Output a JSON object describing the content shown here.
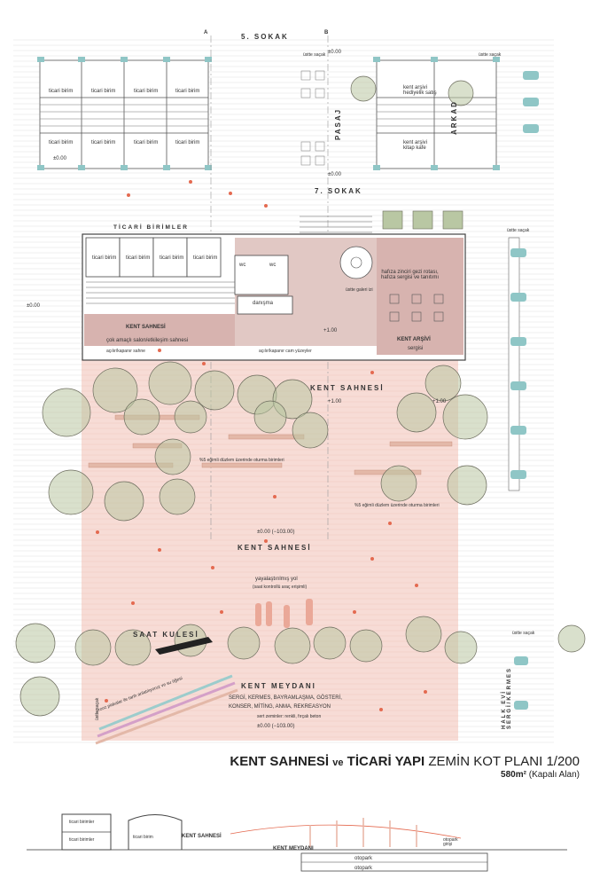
{
  "streets": {
    "top": "5. SOKAK",
    "middle": "7. SOKAK"
  },
  "section_markers": {
    "a": "A",
    "b": "B"
  },
  "shops": {
    "unit": "ticari birim",
    "top_label": "TİCARİ BİRİMLER"
  },
  "passages": {
    "pasaj": "PASAJ",
    "arkad": "ARKAD"
  },
  "archive_top": {
    "gift": "kent arşivi\nhediyelik satış",
    "cafe": "kent arşivi\nkitap kafe"
  },
  "canopy": "üstte saçak",
  "levels": {
    "zero": "±0.00",
    "plus1": "+1.00",
    "square": "±0.00 (−103.00)"
  },
  "ground_floor": {
    "wc": "wc",
    "info": "danışma",
    "stage_room": "KENT SAHNESİ",
    "stage_room_sub": "çok amaçlı salon/etkileşim sahnesi",
    "stage_doors": "açılır/kapanır sahne",
    "glass_doors": "açılır/kapanır cam yüzeyler",
    "upper_void": "üstte galeri izi",
    "memory_route": "hafıza zinciri gezi rotası,\nhafıza sergisi ve tanıtımı",
    "archive": "KENT ARŞİVİ",
    "archive_sub": "sergisi"
  },
  "square": {
    "stage1": "KENT SAHNESİ",
    "stage2": "KENT SAHNESİ",
    "seating1": "%5 eğimli düzlem üzerinde oturma birimleri",
    "seating2": "%5 eğimli düzlem üzerinde oturma birimleri",
    "pedestrian": "yayalaştırılmış yol",
    "pedestrian_sub": "(saat kontrollü araç erişimli)",
    "clock_tower": "SAAT KULESİ",
    "benches": "bronz plakalar ile tarih anlatılıyoruz ve su öğesi",
    "meydan": "KENT MEYDANI",
    "events1": "SERGİ, KERMES, BAYRAMLAŞMA, GÖSTERİ,",
    "events2": "KONSER, MİTİNG, ANMA, REKREASYON",
    "surface": "sert zeminler: renkli, fırçalı beton",
    "halk_evi": "HALK EVİ\nSERGİ/KERMES"
  },
  "title": {
    "part1": "KENT SAHNESİ",
    "part2": "ve",
    "part3": "TİCARİ YAPI",
    "part4": "ZEMİN KOT PLANI 1/200",
    "area_value": "580m²",
    "area_note": "(Kapalı Alan)"
  },
  "section": {
    "shop_upper": "ticari birimler",
    "shop_lower": "ticari birimler",
    "shop_mid": "ticari birim",
    "stage": "KENT SAHNESİ",
    "meydan": "KENT MEYDANI",
    "parking1": "otopark",
    "parking2": "otopark",
    "parking_entry": "otopark\ngirişi"
  },
  "colors": {
    "pink_floor": "#f6d9d4",
    "room_fill": "#c99a94",
    "tree_fill": "#b9c7a3",
    "tree_stroke": "#6d6d5e",
    "accent_red": "#e46a50",
    "structure": "#5a5a5a",
    "column_blue": "#8fc6c6"
  }
}
